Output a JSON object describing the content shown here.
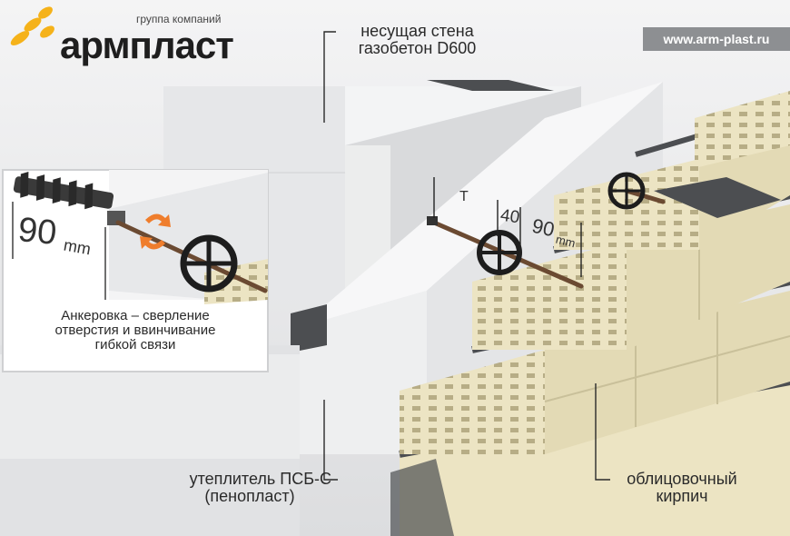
{
  "brand": {
    "group_label": "группа компаний",
    "name": "армпласт",
    "url": "www.arm-plast.ru",
    "logo_color": "#f5b21a"
  },
  "callouts": {
    "wall": {
      "line1": "несущая стена",
      "line2": "газобетон D600"
    },
    "insulation": {
      "line1": "утеплитель ПСБ-С",
      "line2": "(пенопласт)"
    },
    "brick": {
      "line1": "облицовочный",
      "line2": "кирпич"
    }
  },
  "inset": {
    "caption_line1": "Анкеровка – сверление",
    "caption_line2": "отверстия и ввинчивание",
    "caption_line3": "гибкой связи",
    "depth_value": "90",
    "depth_unit": "mm"
  },
  "dimensions": {
    "t_label": "T",
    "gap_value": "40",
    "depth_value": "90",
    "depth_unit": "mm"
  },
  "colors": {
    "brick": "#ece4c3",
    "brick_dark": "#cfc6a0",
    "mortar": "#4c4e51",
    "aerated_concrete": "#f1f2f3",
    "insulation": "#f7f7f8",
    "anchor": "#6b4a32",
    "washer": "#1d1d1d",
    "arrow": "#ef7d2c"
  }
}
